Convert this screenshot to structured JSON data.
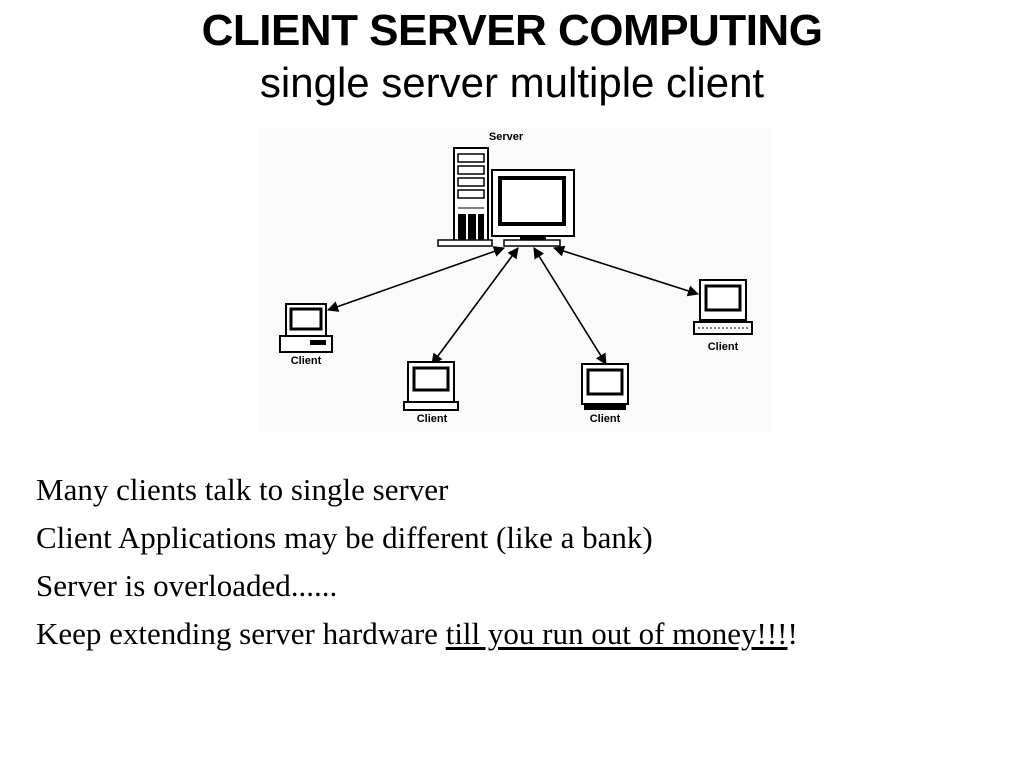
{
  "slide": {
    "title": "CLIENT SERVER COMPUTING",
    "subtitle": "single server multiple client"
  },
  "diagram": {
    "server_label": "Server",
    "client_labels": [
      "Client",
      "Client",
      "Client",
      "Client"
    ]
  },
  "bullets": {
    "line1": "Many clients talk to single server",
    "line2": "Client Applications may be different (like a bank)",
    "line3": "Server is overloaded......",
    "line4_prefix": "Keep extending server hardware ",
    "line4_underlined": "till you run out of money!!!",
    "line4_suffix": "!"
  }
}
